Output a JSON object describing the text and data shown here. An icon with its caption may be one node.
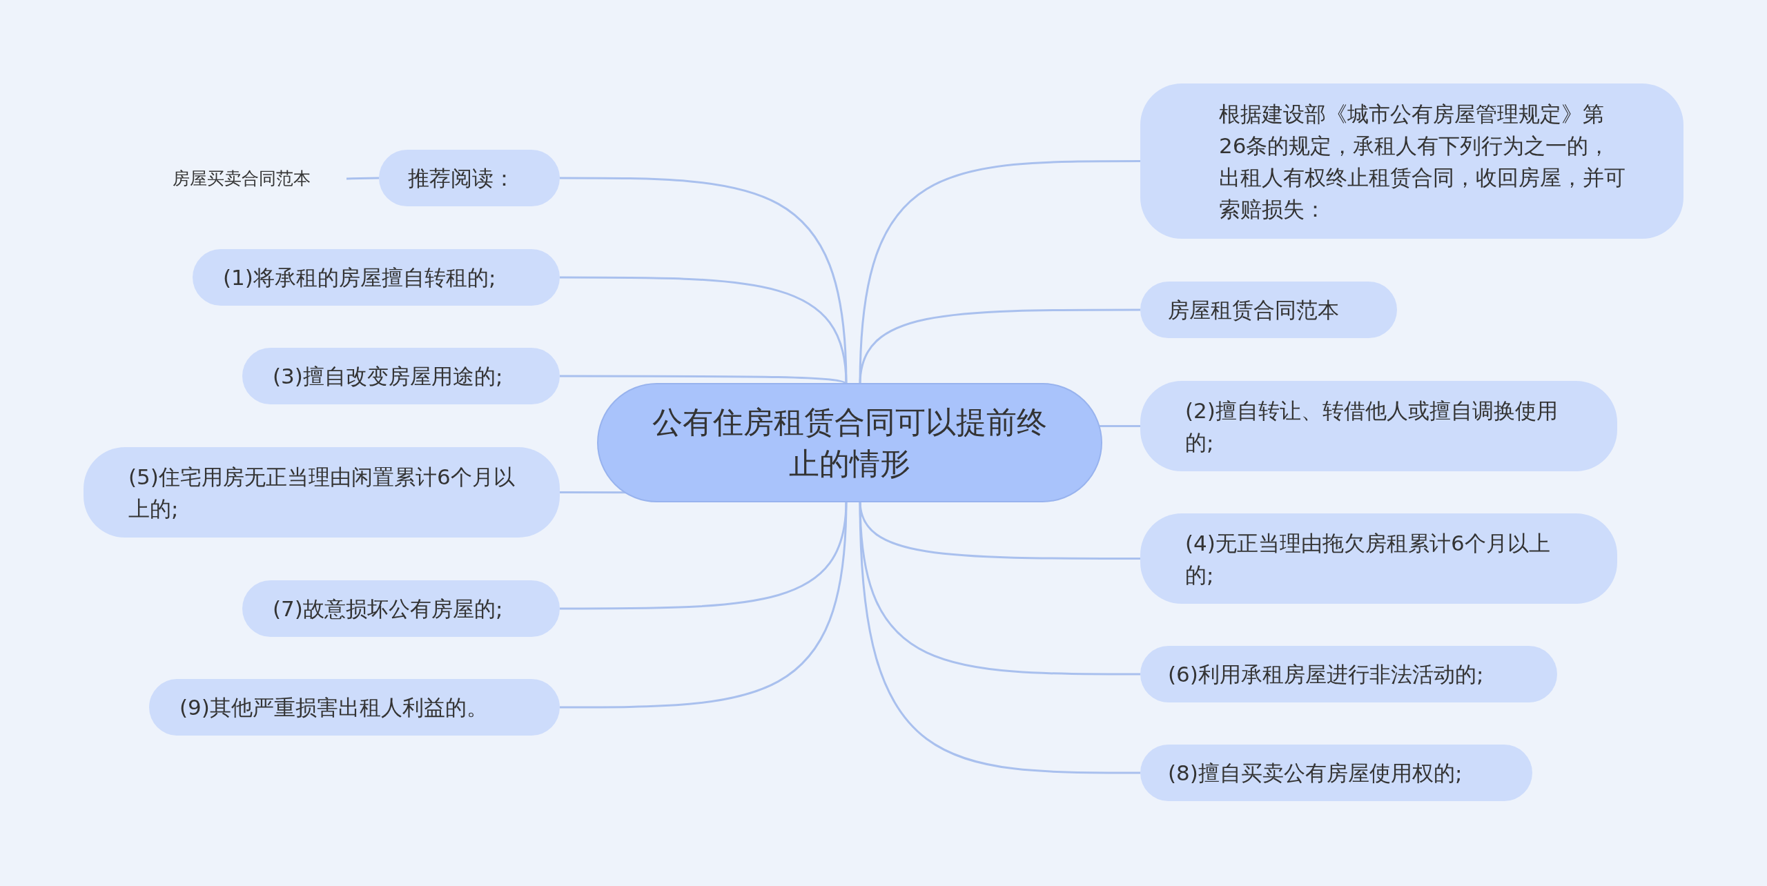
{
  "diagram": {
    "nodes": [
      {
        "text": [
          "公有住房租赁合同可以提前终止的情形"
        ]
      },
      {
        "text": [
          "推荐阅读："
        ]
      },
      {
        "text": [
          "房屋买卖合同范本"
        ]
      },
      {
        "text": [
          "(1)将承租的房屋擅自转租的;"
        ]
      },
      {
        "text": [
          "(3)擅自改变房屋用途的;"
        ]
      },
      {
        "text": [
          "(5)住宅用房无正当理由闲置累计6个月以上的;"
        ]
      },
      {
        "text": [
          "(7)故意损坏公有房屋的;"
        ]
      },
      {
        "text": [
          "(9)其他严重损害出租人利益的。"
        ]
      },
      {
        "text": [
          "根据建设部《城市公有房屋管理规定》第26条的规定，承租人有下列行为之一的，出租人有权终止租赁合同，收回房屋，并可索赔损失："
        ]
      },
      {
        "text": [
          "房屋租赁合同范本"
        ]
      },
      {
        "text": [
          "(2)擅自转让、转借他人或擅自调换使用的;"
        ]
      },
      {
        "text": [
          "(4)无正当理由拖欠房租累计6个月以上的;"
        ]
      },
      {
        "text": [
          "(6)利用承租房屋进行非法活动的;"
        ]
      },
      {
        "text": [
          "(8)擅自买卖公有房屋使用权的;"
        ]
      }
    ],
    "edges": [
      {
        "from": 0,
        "to": 1,
        "arrow": "none"
      },
      {
        "from": 1,
        "to": 2,
        "arrow": "none"
      },
      {
        "from": 0,
        "to": 3,
        "arrow": "none"
      },
      {
        "from": 0,
        "to": 4,
        "arrow": "none"
      },
      {
        "from": 0,
        "to": 5,
        "arrow": "none"
      },
      {
        "from": 0,
        "to": 6,
        "arrow": "none"
      },
      {
        "from": 0,
        "to": 7,
        "arrow": "none"
      },
      {
        "from": 0,
        "to": 8,
        "arrow": "none"
      },
      {
        "from": 0,
        "to": 9,
        "arrow": "none"
      },
      {
        "from": 0,
        "to": 10,
        "arrow": "none"
      },
      {
        "from": 0,
        "to": 11,
        "arrow": "none"
      },
      {
        "from": 0,
        "to": 12,
        "arrow": "none"
      },
      {
        "from": 0,
        "to": 13,
        "arrow": "none"
      }
    ]
  }
}
